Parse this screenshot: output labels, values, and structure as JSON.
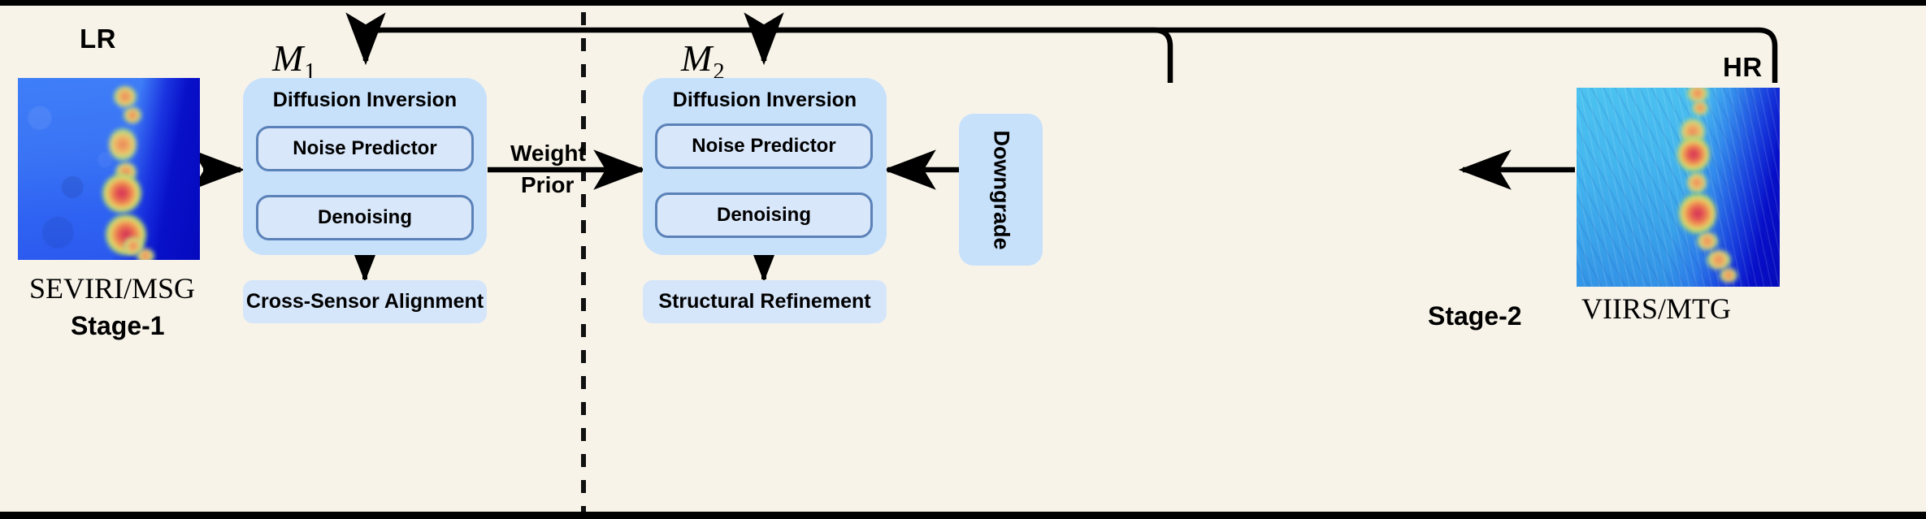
{
  "figure": {
    "background_color": "#f7f3e9",
    "module_fill": "#c8e1fb",
    "subbox_fill": "#d9e7fa",
    "subbox_border": "#5b82b8",
    "outbox_fill": "#d5e5fa",
    "arrow_color": "#000000"
  },
  "inputs": {
    "lr": {
      "title": "LR",
      "caption": "SEVIRI/MSG",
      "stage_label": "Stage-1"
    },
    "hr": {
      "title": "HR",
      "caption": "VIIRS/MTG",
      "stage_label": "Stage-2"
    }
  },
  "stage1": {
    "model_symbol": "M",
    "model_subscript": "1",
    "module_title": "Diffusion Inversion",
    "subboxes": [
      {
        "label": "Noise Predictor"
      },
      {
        "label": "Denoising"
      }
    ],
    "output_box": "Cross-Sensor Alignment"
  },
  "stage2": {
    "model_symbol": "M",
    "model_subscript": "2",
    "module_title": "Diffusion Inversion",
    "subboxes": [
      {
        "label": "Noise Predictor"
      },
      {
        "label": "Denoising"
      }
    ],
    "output_box": "Structural Refinement"
  },
  "connectors": {
    "weight_prior_top": "Weight",
    "weight_prior_bottom": "Prior",
    "downgrade": "Downgrade"
  }
}
